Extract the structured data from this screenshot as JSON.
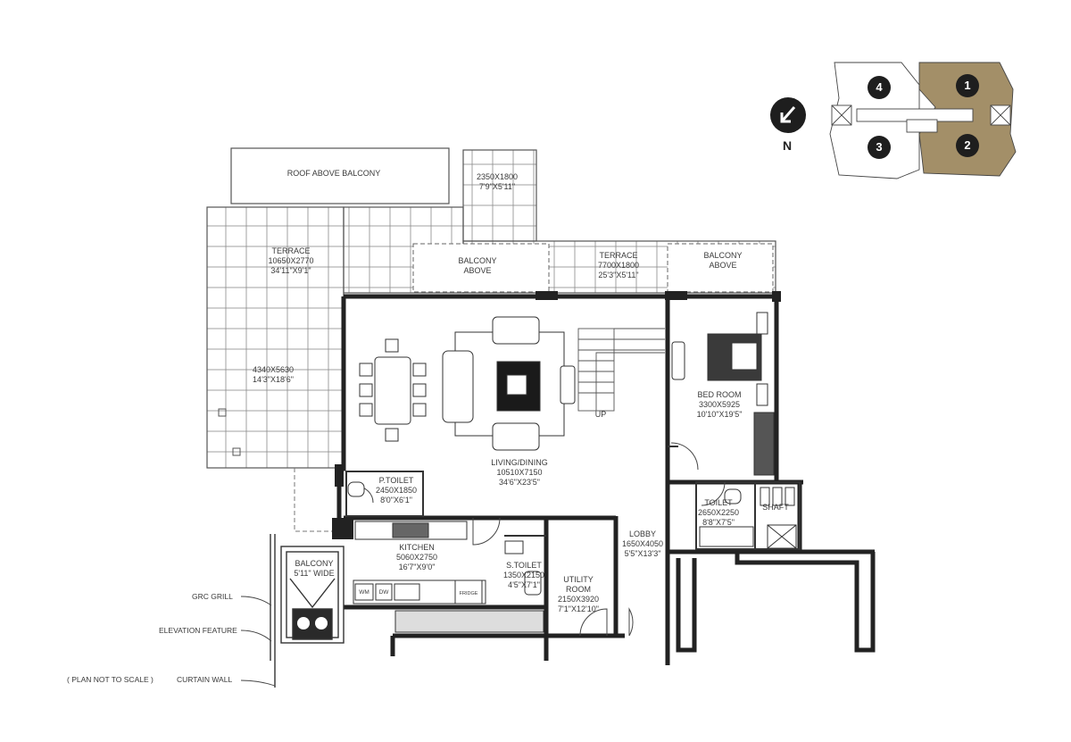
{
  "colors": {
    "wall": "#222222",
    "line": "#555555",
    "highlight": "#a38f68",
    "tile": "#8a8a8a"
  },
  "compass": {
    "label": "N",
    "icon": "north-arrow-icon"
  },
  "key_plan": {
    "units": [
      "1",
      "2",
      "3",
      "4"
    ],
    "highlighted_units": [
      "1",
      "2"
    ]
  },
  "rooms": {
    "roof_above_balcony": {
      "name": "ROOF ABOVE BALCONY"
    },
    "terrace_small": {
      "name": "",
      "size_mm": "2350X1800",
      "size_ft": "7'9\"X5'11\""
    },
    "terrace_main": {
      "name": "TERRACE",
      "size_mm": "10650X2770",
      "size_ft": "34'11\"X9'1\""
    },
    "terrace_lower": {
      "name": "",
      "size_mm": "4340X5630",
      "size_ft": "14'3\"X18'6\""
    },
    "balcony_above_1": {
      "name": "BALCONY",
      "sub": "ABOVE"
    },
    "terrace_right": {
      "name": "TERRACE",
      "size_mm": "7700X1800",
      "size_ft": "25'3\"X5'11\""
    },
    "balcony_above_2": {
      "name": "BALCONY",
      "sub": "ABOVE"
    },
    "living_dining": {
      "name": "LIVING/DINING",
      "size_mm": "10510X7150",
      "size_ft": "34'6\"X23'5\""
    },
    "up": {
      "name": "UP"
    },
    "bed_room": {
      "name": "BED ROOM",
      "size_mm": "3300X5925",
      "size_ft": "10'10\"X19'5\""
    },
    "p_toilet": {
      "name": "P.TOILET",
      "size_mm": "2450X1850",
      "size_ft": "8'0\"X6'1\""
    },
    "toilet": {
      "name": "TOILET",
      "size_mm": "2650X2250",
      "size_ft": "8'8\"X7'5\""
    },
    "shaft": {
      "name": "SHAFT"
    },
    "kitchen": {
      "name": "KITCHEN",
      "size_mm": "5060X2750",
      "size_ft": "16'7\"X9'0\""
    },
    "s_toilet": {
      "name": "S.TOILET",
      "size_mm": "1350X2150",
      "size_ft": "4'5\"X7'1\""
    },
    "utility_room": {
      "name": "UTILITY",
      "sub": "ROOM",
      "size_mm": "2150X3920",
      "size_ft": "7'1\"X12'10\""
    },
    "lobby": {
      "name": "LOBBY",
      "size_mm": "1650X4050",
      "size_ft": "5'5\"X13'3\""
    },
    "balcony": {
      "name": "BALCONY",
      "sub": "5'11\" WIDE"
    }
  },
  "appliances": {
    "wm": "WM",
    "dw": "DW",
    "fridge": "FRIDGE"
  },
  "annotations": {
    "grc_grill": "GRC GRILL",
    "elevation_feature": "ELEVATION FEATURE",
    "curtain_wall": "CURTAIN WALL"
  },
  "note": "( PLAN NOT TO SCALE )"
}
